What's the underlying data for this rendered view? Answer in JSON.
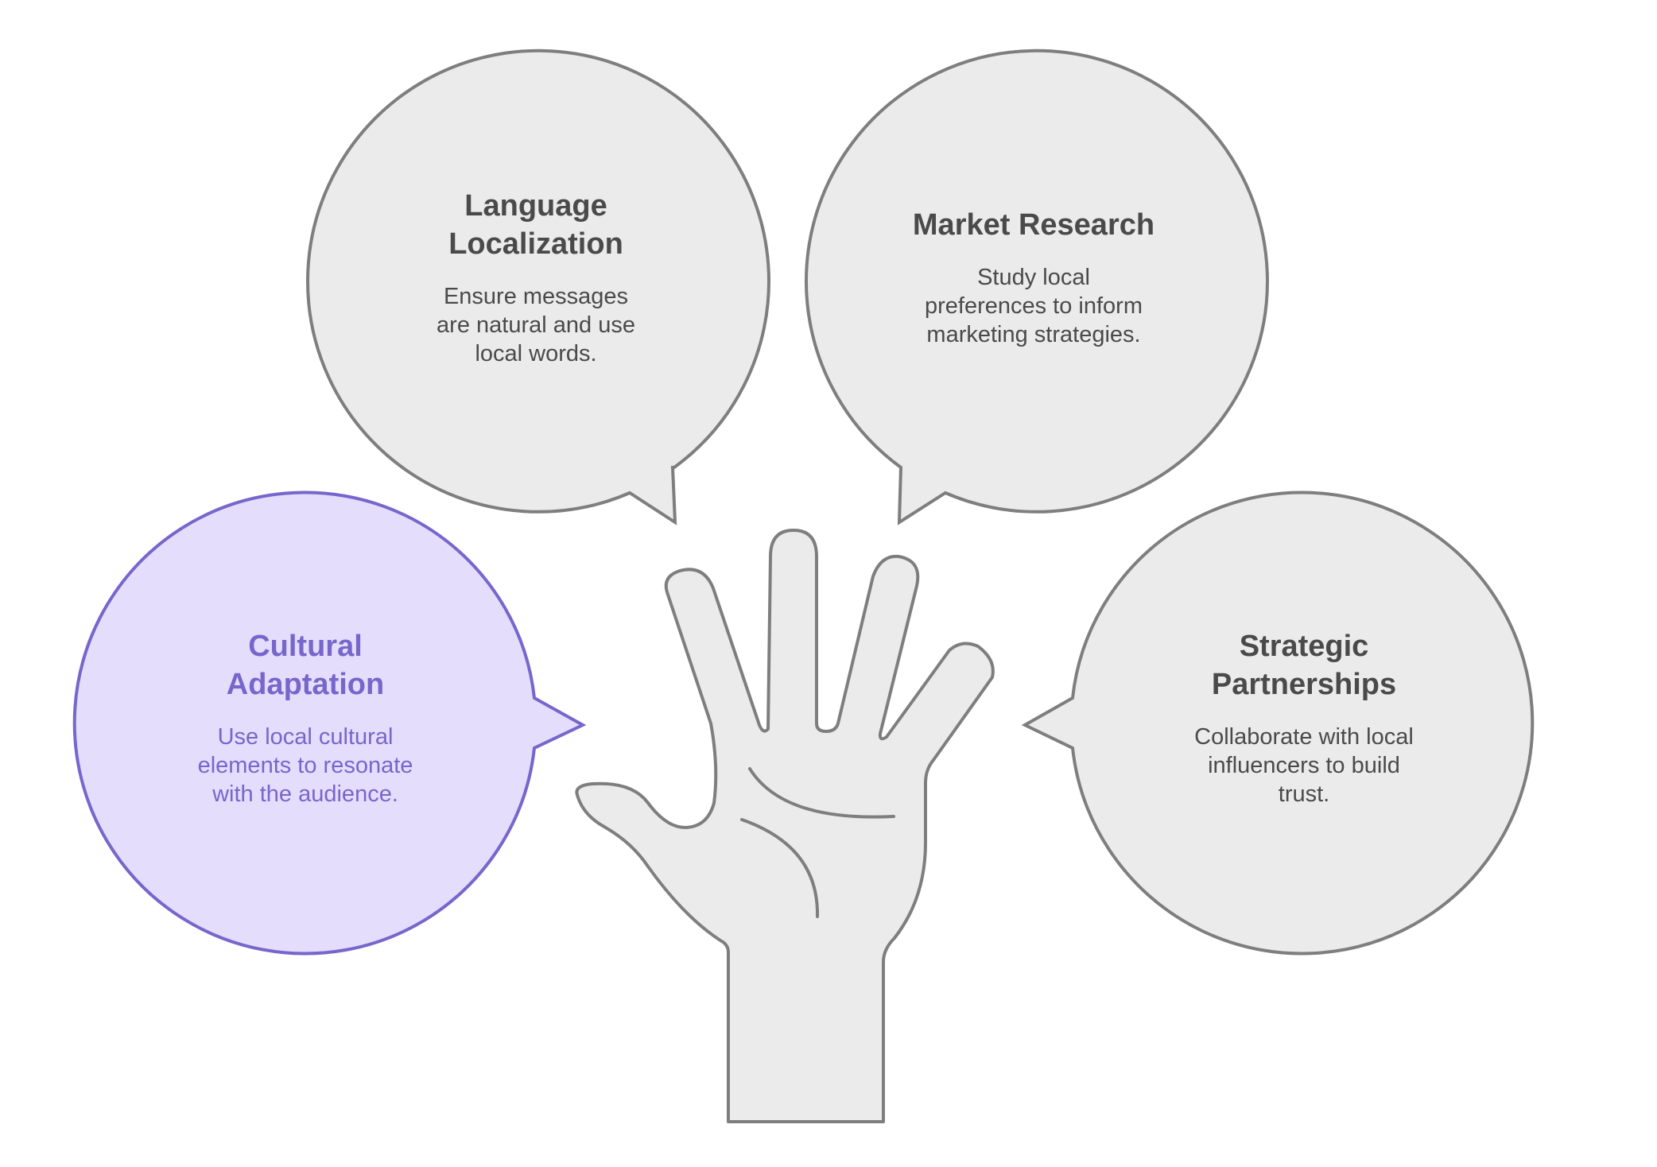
{
  "diagram": {
    "bubbles": [
      {
        "key": "language",
        "title": "Language Localization",
        "description": "Ensure messages are natural and use local words."
      },
      {
        "key": "market",
        "title": "Market Research",
        "description": "Study local preferences to inform marketing strategies."
      },
      {
        "key": "cultural",
        "title": "Cultural Adaptation",
        "description": "Use local cultural elements to resonate with the audience.",
        "highlighted": true
      },
      {
        "key": "strategic",
        "title": "Strategic Partnerships",
        "description": "Collaborate with local influencers to build trust."
      }
    ]
  },
  "colors": {
    "bubble_fill": "#ebebeb",
    "bubble_stroke": "#7e7e7e",
    "highlight_fill": "#e4defc",
    "highlight_stroke": "#7766cc",
    "text": "#4a4a4a"
  }
}
